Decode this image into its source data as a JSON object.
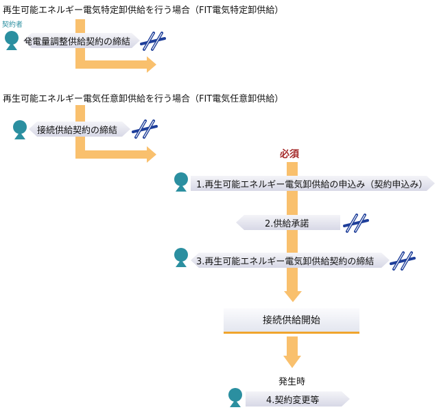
{
  "section1": {
    "title": "再生可能エネルギー電気特定卸供給を行う場合（FIT電気特定卸供給）",
    "actor_label": "契約者",
    "step_label": "発電量調整供給契約の締結"
  },
  "section2": {
    "title": "再生可能エネルギー電気任意卸供給を行う場合（FIT電気任意卸供給）",
    "step_label": "接続供給契約の締結"
  },
  "flow": {
    "required_label": "必須",
    "step1": "1.再生可能エネルギー電気卸供給の申込み（契約申込み）",
    "step2": "2.供給承諾",
    "step3": "3.再生可能エネルギー電気卸供給契約の締結",
    "start_box": "接続供給開始",
    "occurrence_label": "発生時",
    "step4": "4.契約変更等"
  },
  "icons": {
    "person": "person-icon",
    "handshake": "handshake-icon"
  },
  "colors": {
    "arrow": "#f9c06d",
    "person": "#2b8fa0",
    "handshake": "#1f3f9a",
    "required": "#a52a2a",
    "actor_label": "#2b8fa0",
    "start_underline": "#f0a42c"
  }
}
